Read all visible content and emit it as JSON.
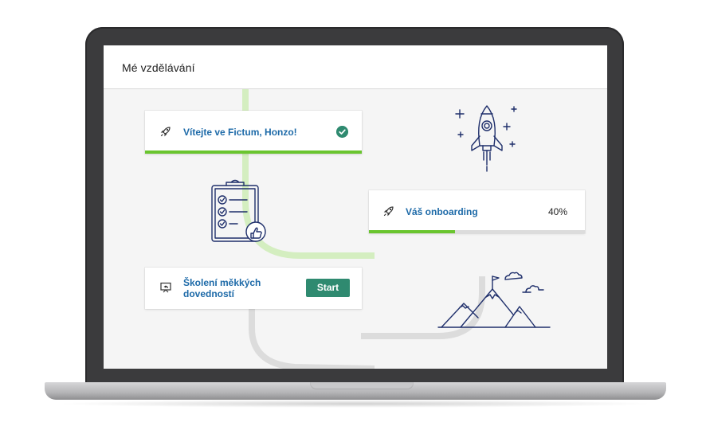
{
  "screen": {
    "title": "Mé vzdělávání"
  },
  "cards": {
    "welcome": {
      "label": "Vítejte ve Fictum, Honzo!",
      "icon": "rocket-icon",
      "status_icon": "check-circle-icon",
      "progress": 1.0
    },
    "onboarding": {
      "label": "Váš onboarding",
      "icon": "rocket-icon",
      "percent": "40%",
      "progress": 0.4
    },
    "soft_skills": {
      "label": "Školení měkkých dovedností",
      "icon": "presentation-icon",
      "button_label": "Start"
    }
  },
  "illustrations": {
    "rocket": "rocket-illustration",
    "clipboard": "checklist-clipboard-illustration",
    "mountains": "mountains-flag-illustration"
  },
  "colors": {
    "accent_green": "#6ac52f",
    "path_green": "#d4eec0",
    "path_gray": "#dcdcdc",
    "link_blue": "#1d6aa8",
    "button_teal": "#2f8a70",
    "illustration_navy": "#1f2f6b"
  }
}
